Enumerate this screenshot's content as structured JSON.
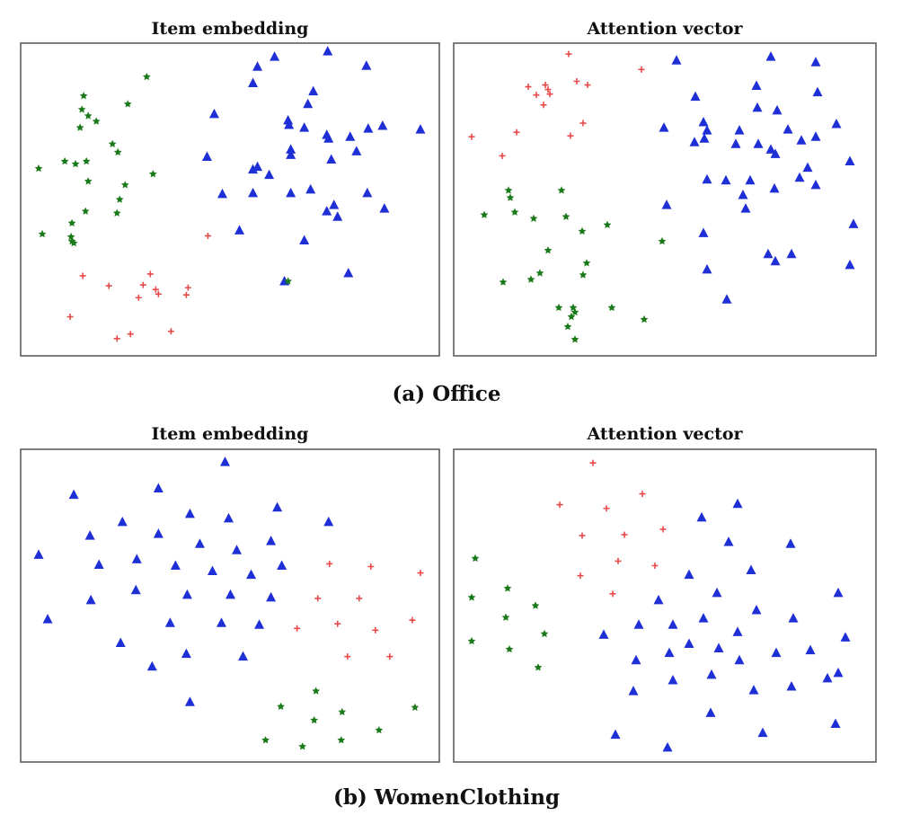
{
  "figure": {
    "captions": [
      "(a) Office",
      "(b) WomenClothing"
    ]
  },
  "colors": {
    "blue": "#1f2fd6",
    "red": "#e84a4a",
    "green": "#1a7a1a"
  },
  "chart_data": [
    {
      "type": "scatter",
      "title": "Item embedding",
      "xlim": [
        0,
        465
      ],
      "ylim": [
        0,
        344
      ],
      "grid": false,
      "series": [
        {
          "color": "blue",
          "marker": "triangle",
          "points": [
            [
              341,
              9
            ],
            [
              282,
              15
            ],
            [
              263,
              26
            ],
            [
              258,
              44
            ],
            [
              384,
              25
            ],
            [
              325,
              53
            ],
            [
              319,
              67
            ],
            [
              215,
              78
            ],
            [
              297,
              85
            ],
            [
              298,
              90
            ],
            [
              315,
              93
            ],
            [
              386,
              94
            ],
            [
              402,
              91
            ],
            [
              340,
              101
            ],
            [
              366,
              103
            ],
            [
              207,
              125
            ],
            [
              342,
              105
            ],
            [
              300,
              117
            ],
            [
              300,
              123
            ],
            [
              345,
              128
            ],
            [
              373,
              119
            ],
            [
              263,
              136
            ],
            [
              258,
              139
            ],
            [
              276,
              145
            ],
            [
              444,
              95
            ],
            [
              224,
              166
            ],
            [
              258,
              165
            ],
            [
              300,
              165
            ],
            [
              322,
              161
            ],
            [
              385,
              165
            ],
            [
              348,
              178
            ],
            [
              340,
              185
            ],
            [
              352,
              191
            ],
            [
              404,
              182
            ],
            [
              243,
              206
            ],
            [
              315,
              217
            ],
            [
              293,
              262
            ],
            [
              364,
              253
            ]
          ]
        },
        {
          "color": "red",
          "marker": "star",
          "points": [
            [
              208,
              212
            ],
            [
              69,
              256
            ],
            [
              98,
              267
            ],
            [
              144,
              254
            ],
            [
              136,
              266
            ],
            [
              150,
              271
            ],
            [
              153,
              276
            ],
            [
              131,
              280
            ],
            [
              186,
              269
            ],
            [
              184,
              277
            ],
            [
              55,
              301
            ],
            [
              107,
              325
            ],
            [
              122,
              320
            ],
            [
              167,
              317
            ]
          ]
        },
        {
          "color": "green",
          "marker": "star",
          "points": [
            [
              140,
              37
            ],
            [
              70,
              58
            ],
            [
              119,
              67
            ],
            [
              68,
              73
            ],
            [
              75,
              80
            ],
            [
              84,
              86
            ],
            [
              66,
              93
            ],
            [
              102,
              111
            ],
            [
              108,
              120
            ],
            [
              73,
              130
            ],
            [
              49,
              130
            ],
            [
              20,
              138
            ],
            [
              61,
              133
            ],
            [
              75,
              152
            ],
            [
              116,
              156
            ],
            [
              147,
              144
            ],
            [
              110,
              172
            ],
            [
              107,
              187
            ],
            [
              72,
              185
            ],
            [
              57,
              198
            ],
            [
              24,
              210
            ],
            [
              56,
              213
            ],
            [
              57,
              218
            ],
            [
              59,
              220
            ],
            [
              297,
              262
            ]
          ]
        }
      ]
    },
    {
      "type": "scatter",
      "title": "Attention vector",
      "xlim": [
        0,
        470
      ],
      "ylim": [
        0,
        344
      ],
      "grid": false,
      "series": [
        {
          "color": "blue",
          "marker": "triangle",
          "points": [
            [
              248,
              19
            ],
            [
              353,
              15
            ],
            [
              403,
              21
            ],
            [
              337,
              47
            ],
            [
              405,
              54
            ],
            [
              269,
              59
            ],
            [
              338,
              71
            ],
            [
              360,
              74
            ],
            [
              426,
              89
            ],
            [
              234,
              93
            ],
            [
              278,
              87
            ],
            [
              282,
              96
            ],
            [
              318,
              96
            ],
            [
              279,
              105
            ],
            [
              268,
              109
            ],
            [
              372,
              95
            ],
            [
              403,
              103
            ],
            [
              387,
              107
            ],
            [
              339,
              111
            ],
            [
              314,
              111
            ],
            [
              353,
              117
            ],
            [
              358,
              122
            ],
            [
              441,
              130
            ],
            [
              394,
              137
            ],
            [
              385,
              148
            ],
            [
              282,
              150
            ],
            [
              303,
              151
            ],
            [
              330,
              151
            ],
            [
              403,
              156
            ],
            [
              357,
              160
            ],
            [
              322,
              167
            ],
            [
              237,
              178
            ],
            [
              325,
              182
            ],
            [
              278,
              209
            ],
            [
              350,
              232
            ],
            [
              358,
              240
            ],
            [
              376,
              232
            ],
            [
              282,
              249
            ],
            [
              304,
              282
            ],
            [
              445,
              199
            ],
            [
              441,
              244
            ]
          ]
        },
        {
          "color": "red",
          "marker": "star",
          "points": [
            [
              128,
              12
            ],
            [
              209,
              29
            ],
            [
              83,
              48
            ],
            [
              102,
              46
            ],
            [
              105,
              51
            ],
            [
              92,
              57
            ],
            [
              107,
              56
            ],
            [
              100,
              68
            ],
            [
              137,
              42
            ],
            [
              149,
              46
            ],
            [
              144,
              88
            ],
            [
              130,
              102
            ],
            [
              70,
              98
            ],
            [
              20,
              103
            ],
            [
              54,
              124
            ]
          ]
        },
        {
          "color": "green",
          "marker": "star",
          "points": [
            [
              61,
              162
            ],
            [
              63,
              170
            ],
            [
              120,
              162
            ],
            [
              34,
              189
            ],
            [
              68,
              186
            ],
            [
              89,
              193
            ],
            [
              125,
              191
            ],
            [
              171,
              200
            ],
            [
              143,
              207
            ],
            [
              232,
              218
            ],
            [
              105,
              228
            ],
            [
              148,
              242
            ],
            [
              96,
              253
            ],
            [
              86,
              260
            ],
            [
              144,
              255
            ],
            [
              55,
              263
            ],
            [
              117,
              291
            ],
            [
              133,
              291
            ],
            [
              135,
              296
            ],
            [
              176,
              291
            ],
            [
              131,
              301
            ],
            [
              212,
              304
            ],
            [
              127,
              312
            ],
            [
              135,
              326
            ]
          ]
        }
      ]
    },
    {
      "type": "scatter",
      "title": "Item embedding",
      "xlim": [
        0,
        465
      ],
      "ylim": [
        0,
        344
      ],
      "grid": false,
      "series": [
        {
          "color": "blue",
          "marker": "triangle",
          "points": [
            [
              227,
              14
            ],
            [
              153,
              43
            ],
            [
              59,
              50
            ],
            [
              188,
              71
            ],
            [
              113,
              80
            ],
            [
              231,
              76
            ],
            [
              285,
              64
            ],
            [
              342,
              80
            ],
            [
              77,
              95
            ],
            [
              153,
              93
            ],
            [
              199,
              104
            ],
            [
              20,
              116
            ],
            [
              278,
              101
            ],
            [
              240,
              111
            ],
            [
              87,
              127
            ],
            [
              129,
              121
            ],
            [
              172,
              128
            ],
            [
              213,
              134
            ],
            [
              256,
              138
            ],
            [
              290,
              128
            ],
            [
              128,
              155
            ],
            [
              185,
              160
            ],
            [
              233,
              160
            ],
            [
              278,
              163
            ],
            [
              78,
              166
            ],
            [
              30,
              187
            ],
            [
              166,
              191
            ],
            [
              223,
              191
            ],
            [
              265,
              193
            ],
            [
              111,
              213
            ],
            [
              184,
              225
            ],
            [
              247,
              228
            ],
            [
              146,
              239
            ],
            [
              188,
              278
            ]
          ]
        },
        {
          "color": "red",
          "marker": "star",
          "points": [
            [
              343,
              126
            ],
            [
              389,
              129
            ],
            [
              444,
              136
            ],
            [
              330,
              164
            ],
            [
              376,
              164
            ],
            [
              352,
              192
            ],
            [
              435,
              188
            ],
            [
              307,
              197
            ],
            [
              394,
              199
            ],
            [
              363,
              228
            ],
            [
              410,
              228
            ]
          ]
        },
        {
          "color": "green",
          "marker": "star",
          "points": [
            [
              328,
              266
            ],
            [
              289,
              283
            ],
            [
              357,
              289
            ],
            [
              438,
              284
            ],
            [
              326,
              298
            ],
            [
              398,
              309
            ],
            [
              272,
              320
            ],
            [
              356,
              320
            ],
            [
              313,
              327
            ]
          ]
        }
      ]
    },
    {
      "type": "scatter",
      "title": "Attention vector",
      "xlim": [
        0,
        470
      ],
      "ylim": [
        0,
        344
      ],
      "grid": false,
      "series": [
        {
          "color": "blue",
          "marker": "triangle",
          "points": [
            [
              316,
              60
            ],
            [
              276,
              75
            ],
            [
              375,
              104
            ],
            [
              306,
              102
            ],
            [
              331,
              133
            ],
            [
              262,
              138
            ],
            [
              293,
              158
            ],
            [
              228,
              166
            ],
            [
              428,
              158
            ],
            [
              337,
              177
            ],
            [
              206,
              193
            ],
            [
              244,
              193
            ],
            [
              278,
              186
            ],
            [
              316,
              201
            ],
            [
              378,
              186
            ],
            [
              167,
              204
            ],
            [
              262,
              214
            ],
            [
              240,
              224
            ],
            [
              203,
              232
            ],
            [
              295,
              219
            ],
            [
              359,
              224
            ],
            [
              318,
              232
            ],
            [
              397,
              221
            ],
            [
              436,
              207
            ],
            [
              428,
              246
            ],
            [
              244,
              254
            ],
            [
              287,
              248
            ],
            [
              334,
              265
            ],
            [
              376,
              261
            ],
            [
              416,
              252
            ],
            [
              200,
              266
            ],
            [
              286,
              290
            ],
            [
              425,
              302
            ],
            [
              344,
              312
            ],
            [
              180,
              314
            ],
            [
              238,
              328
            ]
          ]
        },
        {
          "color": "red",
          "marker": "star",
          "points": [
            [
              155,
              15
            ],
            [
              210,
              49
            ],
            [
              118,
              61
            ],
            [
              170,
              65
            ],
            [
              233,
              88
            ],
            [
              143,
              95
            ],
            [
              190,
              94
            ],
            [
              183,
              123
            ],
            [
              224,
              128
            ],
            [
              141,
              139
            ],
            [
              177,
              159
            ]
          ]
        },
        {
          "color": "green",
          "marker": "star",
          "points": [
            [
              24,
              120
            ],
            [
              60,
              153
            ],
            [
              20,
              163
            ],
            [
              91,
              172
            ],
            [
              58,
              185
            ],
            [
              101,
              203
            ],
            [
              20,
              211
            ],
            [
              62,
              220
            ],
            [
              94,
              240
            ]
          ]
        }
      ]
    }
  ]
}
